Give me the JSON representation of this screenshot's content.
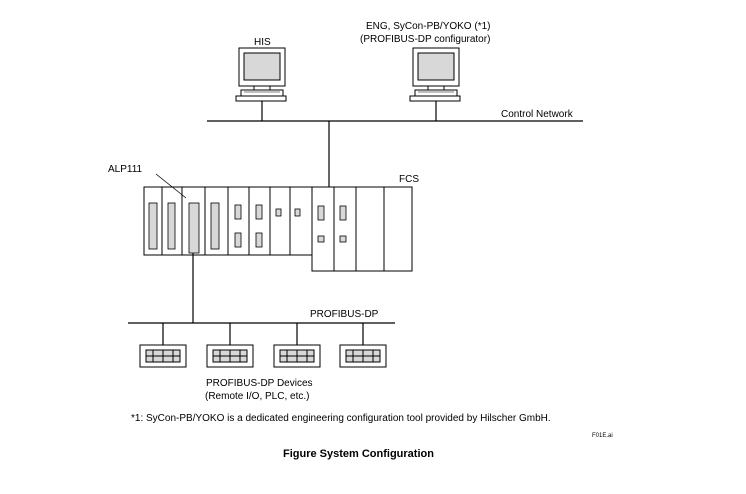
{
  "labels": {
    "his": "HIS",
    "eng_line1": "ENG, SyCon-PB/YOKO (*1)",
    "eng_line2": "(PROFIBUS-DP configurator)",
    "control_network": "Control Network",
    "alp111": "ALP111",
    "fcs": "FCS",
    "profibus_dp": "PROFIBUS-DP",
    "devices_line1": "PROFIBUS-DP Devices",
    "devices_line2": "(Remote I/O, PLC, etc.)"
  },
  "footnote": "*1:  SyCon-PB/YOKO is a dedicated engineering configuration tool provided by Hilscher GmbH.",
  "file_id": "F01E.ai",
  "caption": "Figure  System Configuration"
}
